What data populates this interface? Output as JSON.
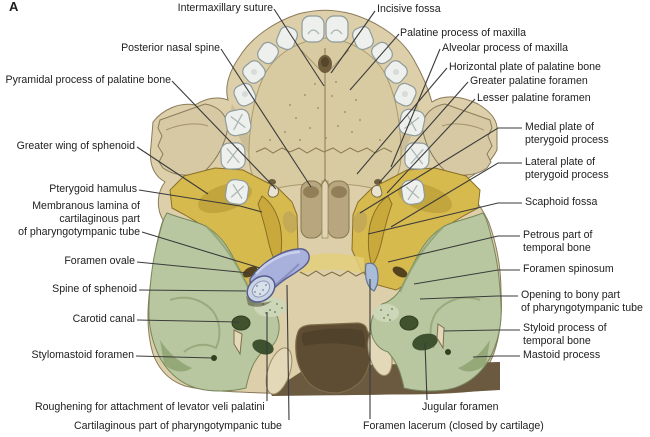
{
  "figure": {
    "panel_letter": "A",
    "subject": "Inferior view of the base of the skull",
    "colors": {
      "bone_cream": "#dccfa9",
      "palate": "#d8cba1",
      "sphenoid_yellow": "#d7ba4e",
      "temporal_green": "#b9c7a1",
      "cartilage_blue": "#a8b0dc",
      "opening_brown": "#5e4d33",
      "shadow_band_brown": "#6b5a40",
      "leader_line": "#3b3b3b",
      "label_text": "#1e1e1e"
    }
  },
  "labels": [
    {
      "id": "figure-letter",
      "text": "A"
    },
    {
      "id": "intermaxillary-suture",
      "text": "Intermaxillary suture"
    },
    {
      "id": "incisive-fossa",
      "text": "Incisive fossa"
    },
    {
      "id": "posterior-nasal-spine",
      "text": "Posterior nasal spine"
    },
    {
      "id": "palatine-process-of-maxilla",
      "text": "Palatine process of maxilla"
    },
    {
      "id": "alveolar-process-of-maxilla",
      "text": "Alveolar process of maxilla"
    },
    {
      "id": "horizontal-plate-of-palatine-bone",
      "text": "Horizontal plate of palatine bone"
    },
    {
      "id": "greater-palatine-foramen",
      "text": "Greater palatine foramen"
    },
    {
      "id": "lesser-palatine-foramen",
      "text": "Lesser palatine foramen"
    },
    {
      "id": "pyramidal-process-of-palatine-bone",
      "text": "Pyramidal process of palatine bone"
    },
    {
      "id": "greater-wing-of-sphenoid",
      "text": "Greater wing of sphenoid"
    },
    {
      "id": "medial-plate-of-pterygoid-process",
      "text": "Medial plate of\npterygoid process"
    },
    {
      "id": "lateral-plate-of-pterygoid-process",
      "text": "Lateral plate of\npterygoid process"
    },
    {
      "id": "pterygoid-hamulus",
      "text": "Pterygoid hamulus"
    },
    {
      "id": "membranous-lamina",
      "text": "Membranous lamina of\ncartilaginous part\nof pharyngotympanic tube"
    },
    {
      "id": "scaphoid-fossa",
      "text": "Scaphoid fossa"
    },
    {
      "id": "petrous-part-of-temporal-bone",
      "text": "Petrous part of\ntemporal bone"
    },
    {
      "id": "foramen-ovale",
      "text": "Foramen ovale"
    },
    {
      "id": "foramen-spinosum",
      "text": "Foramen spinosum"
    },
    {
      "id": "spine-of-sphenoid",
      "text": "Spine of sphenoid"
    },
    {
      "id": "opening-to-bony-part",
      "text": "Opening to bony part\nof pharyngotympanic tube"
    },
    {
      "id": "carotid-canal",
      "text": "Carotid canal"
    },
    {
      "id": "styloid-process-of-temporal-bone",
      "text": "Styloid process of\ntemporal bone"
    },
    {
      "id": "stylomastoid-foramen",
      "text": "Stylomastoid foramen"
    },
    {
      "id": "mastoid-process",
      "text": "Mastoid process"
    },
    {
      "id": "roughening-levator-veli-palatini",
      "text": "Roughening for attachment of levator veli palatini"
    },
    {
      "id": "cartilaginous-part-of-tube",
      "text": "Cartilaginous part of pharyngotympanic tube"
    },
    {
      "id": "jugular-foramen",
      "text": "Jugular foramen"
    },
    {
      "id": "foramen-lacerum",
      "text": "Foramen lacerum (closed by cartilage)"
    }
  ]
}
